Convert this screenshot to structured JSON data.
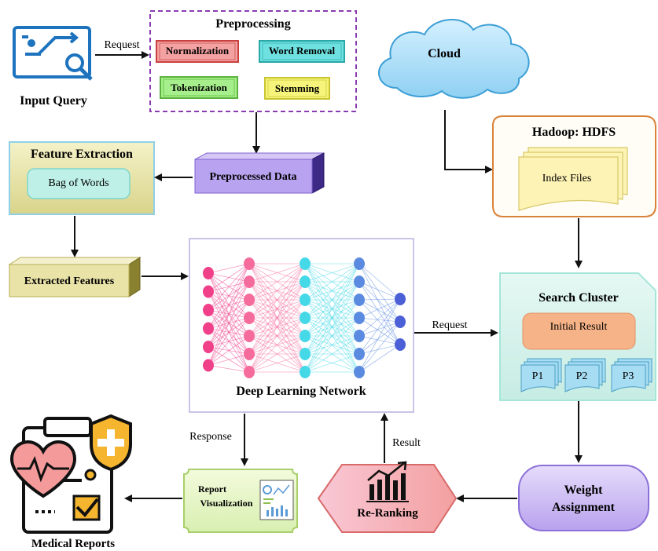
{
  "input_query": {
    "label": "Input Query"
  },
  "request_edge_top": {
    "label": "Request"
  },
  "preprocessing": {
    "title": "Preprocessing",
    "normalization": "Normalization",
    "word_removal": "Word Removal",
    "tokenization": "Tokenization",
    "stemming": "Stemming"
  },
  "cloud": {
    "label": "Cloud"
  },
  "hadoop": {
    "title": "Hadoop: HDFS",
    "index_files": "Index Files"
  },
  "feature_extraction": {
    "title": "Feature Extraction",
    "bag_of_words": "Bag of Words"
  },
  "preprocessed_data": {
    "label": "Preprocessed Data"
  },
  "extracted_features": {
    "label": "Extracted Features"
  },
  "dln": {
    "label": "Deep Learning Network"
  },
  "request_edge_mid": {
    "label": "Request"
  },
  "search_cluster": {
    "title": "Search Cluster",
    "initial_result": "Initial Result",
    "p1": "P1",
    "p2": "P2",
    "p3": "P3"
  },
  "response_edge": {
    "label": "Response"
  },
  "result_edge": {
    "label": "Result"
  },
  "report_visualization": {
    "line1": "Report",
    "line2": "Visualization"
  },
  "re_ranking": {
    "label": "Re-Ranking"
  },
  "weight_assignment": {
    "line1": "Weight",
    "line2": "Assignment"
  },
  "medical_reports": {
    "label": "Medical Reports"
  },
  "colors": {
    "normalization_fill": "#f4a1a1",
    "word_removal_fill": "#6fe0e0",
    "tokenization_fill": "#a6ef8c",
    "stemming_fill": "#f6f47a",
    "preprocessed_fill": "#b8a3f0",
    "extracted_fill": "#e9e3a8",
    "weight_fill": "#c9b7f2",
    "re_ranking_fill": "#f5b0b0",
    "dln_layer_colors": [
      "#f0408a",
      "#f56b9c",
      "#45d9e8",
      "#5b8be0",
      "#4b5fd6"
    ]
  }
}
